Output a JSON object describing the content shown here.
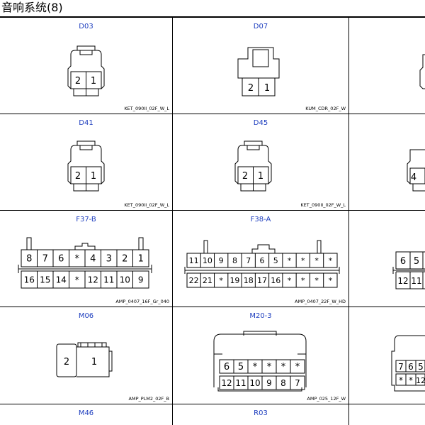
{
  "page": {
    "title": "音响系统(8)"
  },
  "connectors": [
    {
      "code": "D03",
      "part": "KET_090II_02F_W_L"
    },
    {
      "code": "D07",
      "part": "KUM_CDR_02F_W"
    },
    {
      "code": "",
      "part": ""
    },
    {
      "code": "D41",
      "part": "KET_090II_02F_W_L"
    },
    {
      "code": "D45",
      "part": "KET_090II_02F_W_L"
    },
    {
      "code": "",
      "part": ""
    },
    {
      "code": "F37-B",
      "part": "AMP_0407_16F_Gr_040"
    },
    {
      "code": "F38-A",
      "part": "AMP_0407_22F_W_HD"
    },
    {
      "code": "",
      "part": ""
    },
    {
      "code": "M06",
      "part": "AMP_PLM2_02F_B"
    },
    {
      "code": "M20-3",
      "part": "AMP_025_12F_W"
    },
    {
      "code": "",
      "part": ""
    },
    {
      "code": "M46",
      "part": ""
    },
    {
      "code": "R03",
      "part": ""
    },
    {
      "code": "",
      "part": ""
    }
  ],
  "pins": {
    "d03": [
      "2",
      "1"
    ],
    "d07": [
      "2",
      "1"
    ],
    "d41": [
      "2",
      "1"
    ],
    "d45": [
      "2",
      "1"
    ],
    "d_partial": [
      "4"
    ],
    "f37b_top": [
      "8",
      "7",
      "6",
      "*",
      "4",
      "3",
      "2",
      "1"
    ],
    "f37b_bottom": [
      "16",
      "15",
      "14",
      "*",
      "12",
      "11",
      "10",
      "9"
    ],
    "f38a_top": [
      "11",
      "10",
      "9",
      "8",
      "7",
      "6",
      "5",
      "*",
      "*",
      "*",
      "*"
    ],
    "f38a_bottom": [
      "22",
      "21",
      "*",
      "19",
      "18",
      "17",
      "16",
      "*",
      "*",
      "*",
      "*"
    ],
    "f_partial_top": [
      "6",
      "5"
    ],
    "f_partial_bottom": [
      "12",
      "11"
    ],
    "m06": [
      "2",
      "1"
    ],
    "m20_top": [
      "6",
      "5",
      "*",
      "*",
      "*",
      "*"
    ],
    "m20_bottom": [
      "12",
      "11",
      "10",
      "9",
      "8",
      "7"
    ],
    "m_partial_top": [
      "7",
      "6",
      "5"
    ],
    "m_partial_bottom": [
      "*",
      "*",
      "12"
    ]
  }
}
